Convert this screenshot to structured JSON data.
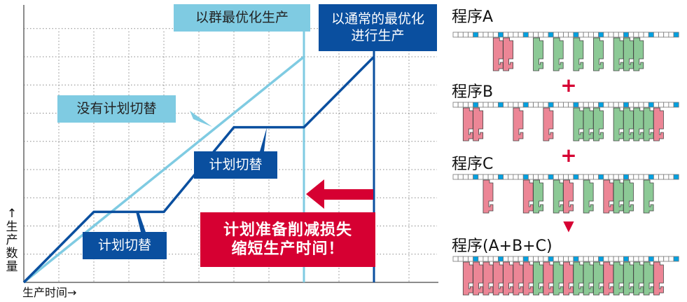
{
  "chart_data": {
    "type": "line",
    "xlabel": "生产时间→",
    "ylabel": "↑生产数量",
    "xlim": [
      0,
      12
    ],
    "ylim": [
      0,
      9
    ],
    "grid": true,
    "series": [
      {
        "name": "没有计划切替",
        "color": "#7fcbe2",
        "points": [
          [
            0,
            0
          ],
          [
            8,
            8
          ]
        ]
      },
      {
        "name": "计划切替",
        "color": "#0a4f9f",
        "points": [
          [
            0,
            0
          ],
          [
            2,
            2.5
          ],
          [
            4,
            2.5
          ],
          [
            6,
            5.5
          ],
          [
            8,
            5.5
          ],
          [
            10,
            8
          ]
        ]
      }
    ],
    "markers": [
      {
        "name": "以群最优化生产",
        "x": 8,
        "color": "#7fcbe2"
      },
      {
        "name": "以通常的最优化进行生产",
        "x": 10,
        "color": "#0a4f9f"
      }
    ]
  },
  "labels": {
    "group_opt": "以群最优化生产",
    "normal_opt": "以通常的最优化进行生产",
    "no_switch": "没有计划切替",
    "switch1": "计划切替",
    "switch2": "计划切替",
    "reduction_line1": "计划准备削减损失",
    "reduction_line2": "缩短生产时间！",
    "y_axis": "↑生产数量",
    "x_axis": "生产时间→"
  },
  "colors": {
    "red_part": "#ec8696",
    "green_part": "#8cc996",
    "blue_cell": "#00a0e0",
    "accent_red": "#d60032"
  },
  "programs": [
    {
      "title": "程序A",
      "hangers": [
        [
          8,
          "r"
        ],
        [
          10,
          "r"
        ],
        [
          16,
          "g"
        ],
        [
          20,
          "g"
        ],
        [
          24,
          "g"
        ],
        [
          28,
          "g"
        ],
        [
          32,
          "g"
        ],
        [
          34,
          "g"
        ],
        [
          36,
          "g"
        ]
      ]
    },
    {
      "title": "程序B",
      "hangers": [
        [
          2,
          "r"
        ],
        [
          4,
          "r"
        ],
        [
          12,
          "r"
        ],
        [
          18,
          "r"
        ],
        [
          24,
          "g"
        ],
        [
          26,
          "g"
        ],
        [
          28,
          "g"
        ],
        [
          32,
          "g"
        ],
        [
          34,
          "g"
        ],
        [
          36,
          "g"
        ],
        [
          38,
          "g"
        ],
        [
          40,
          "r"
        ]
      ]
    },
    {
      "title": "程序C",
      "hangers": [
        [
          6,
          "r"
        ],
        [
          14,
          "r"
        ],
        [
          16,
          "g"
        ],
        [
          20,
          "g"
        ],
        [
          22,
          "r"
        ],
        [
          26,
          "g"
        ],
        [
          30,
          "r"
        ],
        [
          32,
          "g"
        ],
        [
          34,
          "g"
        ],
        [
          38,
          "g"
        ]
      ]
    },
    {
      "title": "程序(A+B+C)",
      "hangers": [
        [
          2,
          "r"
        ],
        [
          4,
          "r"
        ],
        [
          6,
          "r"
        ],
        [
          8,
          "r"
        ],
        [
          10,
          "r"
        ],
        [
          12,
          "r"
        ],
        [
          14,
          "r"
        ],
        [
          16,
          "g"
        ],
        [
          18,
          "r"
        ],
        [
          20,
          "g"
        ],
        [
          22,
          "r"
        ],
        [
          24,
          "g"
        ],
        [
          26,
          "g"
        ],
        [
          28,
          "g"
        ],
        [
          30,
          "r"
        ],
        [
          32,
          "g"
        ],
        [
          34,
          "g"
        ],
        [
          36,
          "g"
        ],
        [
          38,
          "g"
        ],
        [
          40,
          "r"
        ]
      ]
    }
  ],
  "operators": [
    "+",
    "+",
    "▼"
  ]
}
